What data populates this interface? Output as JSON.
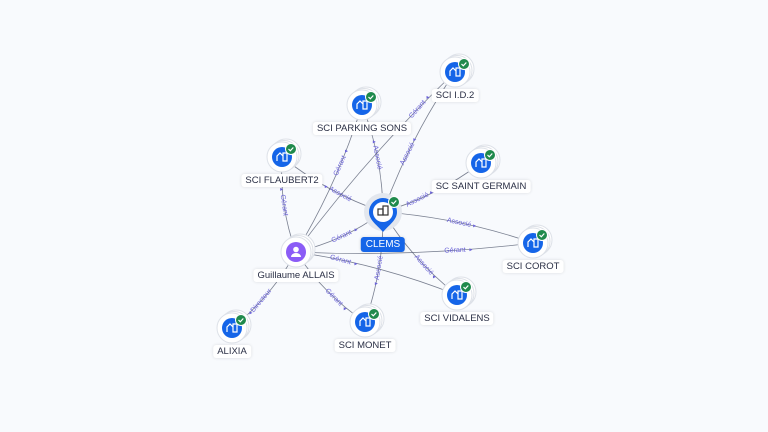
{
  "colors": {
    "company": "#1565e8",
    "person": "#8b5cf6",
    "verified": "#1f8a4c",
    "edge": "#5a6275",
    "edge_label": "#6a62d8"
  },
  "center": {
    "id": "clems",
    "label": "CLEMS"
  },
  "nodes": [
    {
      "id": "clems",
      "label": "CLEMS",
      "type": "company-main",
      "icon": "building-icon"
    },
    {
      "id": "id2",
      "label": "SCI I.D.2",
      "type": "company",
      "icon": "building-icon"
    },
    {
      "id": "parking",
      "label": "SCI PARKING SONS",
      "type": "company",
      "icon": "building-icon"
    },
    {
      "id": "flaubert",
      "label": "SCI FLAUBERT2",
      "type": "company",
      "icon": "building-icon"
    },
    {
      "id": "germain",
      "label": "SC SAINT GERMAIN",
      "type": "company",
      "icon": "building-icon"
    },
    {
      "id": "corot",
      "label": "SCI COROT",
      "type": "company",
      "icon": "building-icon"
    },
    {
      "id": "vidalens",
      "label": "SCI VIDALENS",
      "type": "company",
      "icon": "building-icon"
    },
    {
      "id": "monet",
      "label": "SCI MONET",
      "type": "company",
      "icon": "building-icon"
    },
    {
      "id": "alixia",
      "label": "ALIXIA",
      "type": "company",
      "icon": "building-icon"
    },
    {
      "id": "allais",
      "label": "Guillaume ALLAIS",
      "type": "person",
      "icon": "person-icon"
    }
  ],
  "edges": [
    {
      "from": "clems",
      "to": "id2",
      "label": "Associé"
    },
    {
      "from": "clems",
      "to": "parking",
      "label": "Associé"
    },
    {
      "from": "clems",
      "to": "flaubert",
      "label": "Associé"
    },
    {
      "from": "clems",
      "to": "germain",
      "label": "Associé"
    },
    {
      "from": "clems",
      "to": "corot",
      "label": "Associé"
    },
    {
      "from": "clems",
      "to": "vidalens",
      "label": "Associé"
    },
    {
      "from": "clems",
      "to": "monet",
      "label": "Associé"
    },
    {
      "from": "allais",
      "to": "clems",
      "label": "Gérant"
    },
    {
      "from": "allais",
      "to": "flaubert",
      "label": "Gérant"
    },
    {
      "from": "allais",
      "to": "parking",
      "label": "Gérant"
    },
    {
      "from": "allais",
      "to": "id2",
      "label": "Gérant"
    },
    {
      "from": "allais",
      "to": "corot",
      "label": "Gérant"
    },
    {
      "from": "allais",
      "to": "vidalens",
      "label": "Gérant"
    },
    {
      "from": "allais",
      "to": "monet",
      "label": "Gérant"
    },
    {
      "from": "allais",
      "to": "alixia",
      "label": "Directeur"
    }
  ]
}
